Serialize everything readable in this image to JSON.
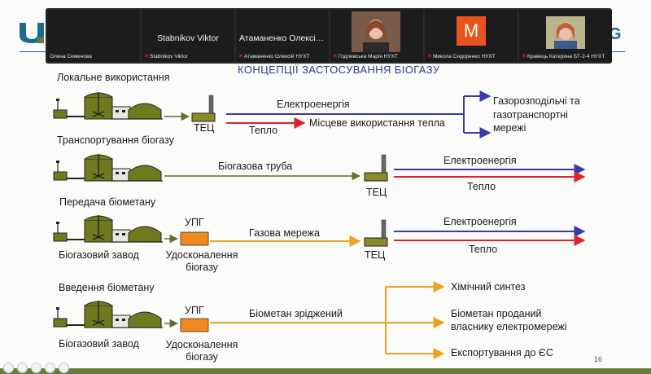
{
  "participants": [
    {
      "display": "",
      "caption": "Олена Семенова",
      "mic_muted": false
    },
    {
      "display": "Stabnikov Viktor",
      "caption": "Stabnikov Viktor",
      "mic_muted": true
    },
    {
      "display": "Атаманенко Олексій...",
      "caption": "Атаманенко Олексій НУХТ",
      "mic_muted": true
    },
    {
      "display": "",
      "caption": "Годлевська Марія НУХТ",
      "mic_muted": true
    },
    {
      "display": "",
      "avatar_letter": "M",
      "caption": "Микола Сидоренко НУХТ",
      "mic_muted": true
    },
    {
      "display": "",
      "caption": "Кравець Катерина БТ-2-4 НУХТ",
      "mic_muted": true
    }
  ],
  "slide": {
    "title": "КОНЦЕПЦІЇ  ЗАСТОСУВАННЯ  БІОГАЗУ",
    "page_number": "16",
    "sections": {
      "local_use": "Локальне використання",
      "transport": "Транспортування  біогазу",
      "biomethane_transfer": "Передача  біометану",
      "biomethane_injection": "Введення  біометану"
    },
    "labels": {
      "tec": "ТЕЦ",
      "electricity": "Електроенергія",
      "heat": "Тепло",
      "local_heat_use": "Місцеве використання тепла",
      "gas_networks": [
        "Газорозподільчі та",
        "газотранспортні",
        "мережі"
      ],
      "biogas_pipe": "Біогазова труба",
      "gas_network": "Газова мережа",
      "upg": "УПГ",
      "biogas_upgrade": [
        "Удосконалення",
        "біогазу"
      ],
      "biogas_plant": "Біогазовий завод",
      "liquefied_biomethane": "Біометан  зріджений",
      "chemical_synthesis": "Хімічний синтез",
      "biomethane_sold": [
        "Біометан  проданий",
        "власнику електромережі"
      ],
      "export_eu": "Експортування  до ЄС"
    },
    "colors": {
      "electric_line": "#3a3aa8",
      "heat_line": "#e0202a",
      "biogas_line": "#6b6b2a",
      "gas_line": "#f0a020",
      "upg_box": "#f08a1e",
      "tec_body": "#8a8a2a",
      "plant_fill": "#6f7a1e",
      "title_color": "#2b3a8f"
    }
  }
}
